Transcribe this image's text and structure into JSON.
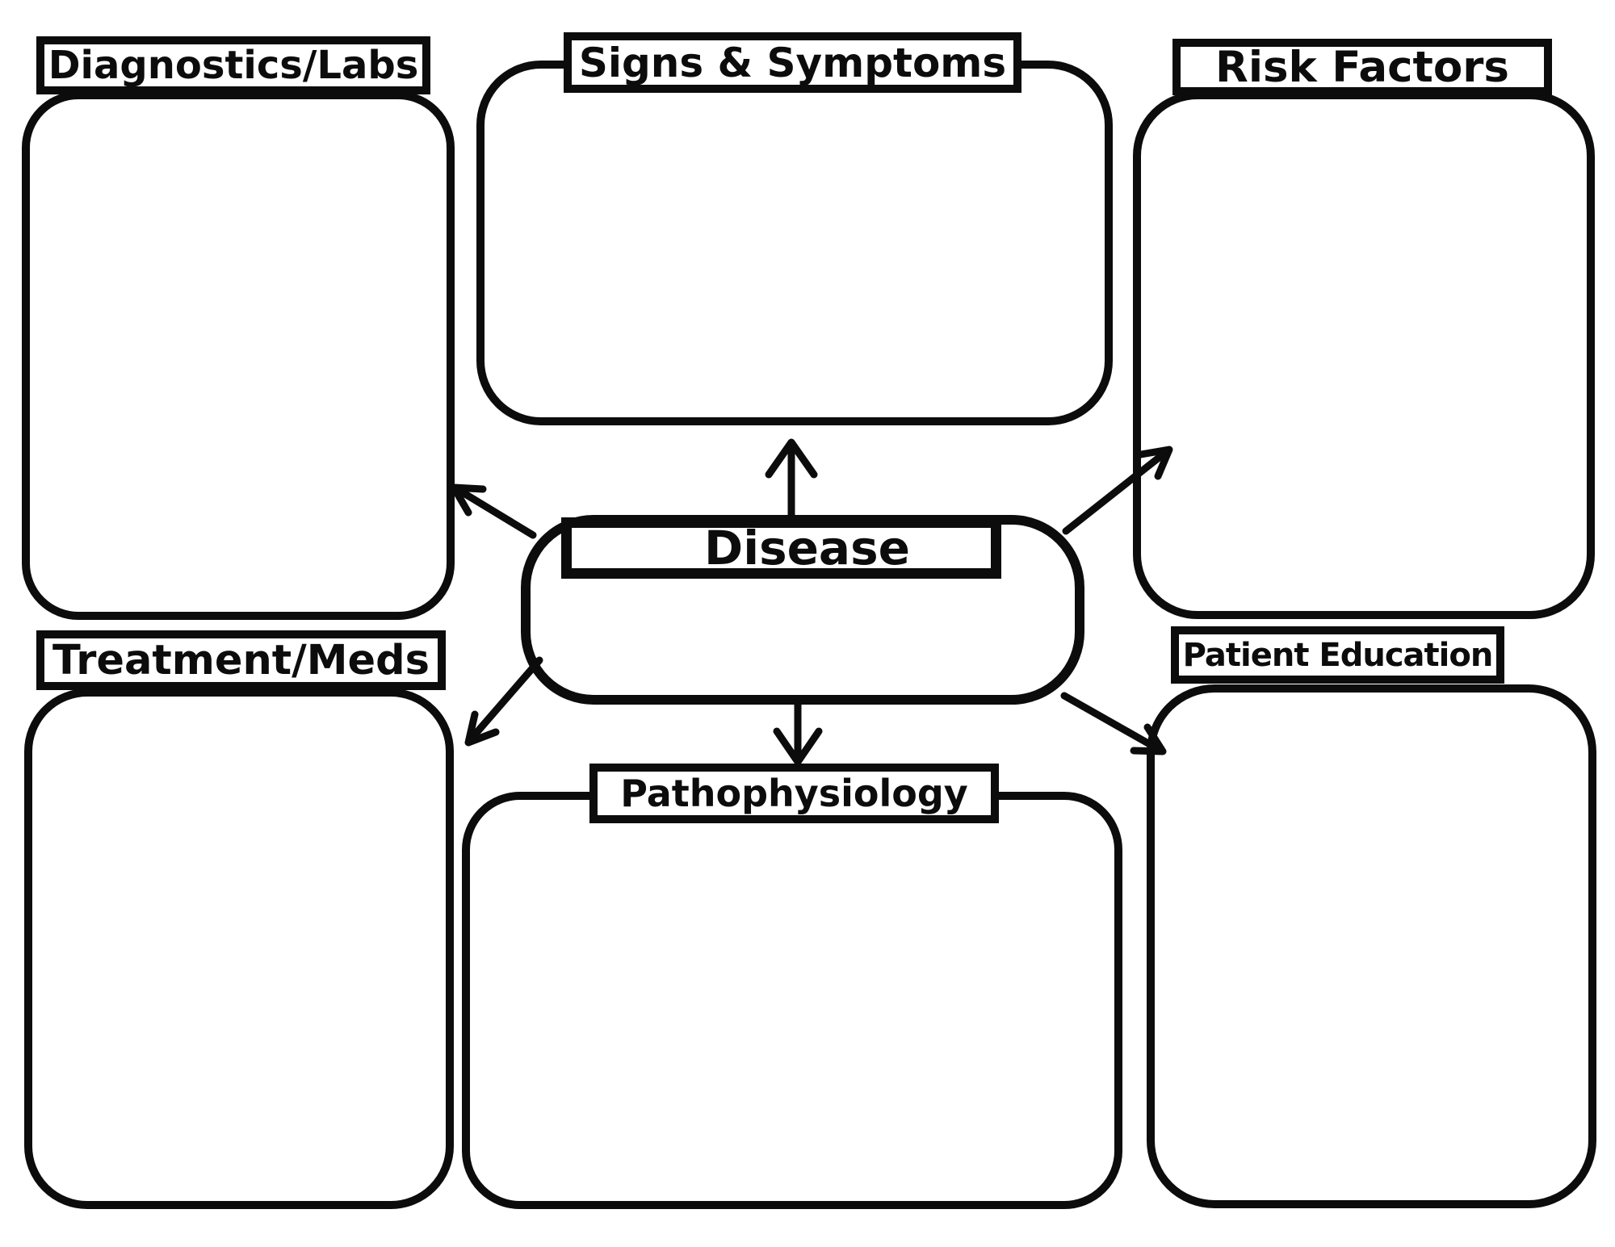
{
  "page": {
    "background": "#ffffff",
    "ink": "#0c0c0c"
  },
  "center": {
    "label": "Disease"
  },
  "sections": {
    "diagnostics": {
      "label": "Diagnostics/Labs"
    },
    "signs": {
      "label": "Signs & Symptoms"
    },
    "risk": {
      "label": "Risk Factors"
    },
    "treatment": {
      "label": "Treatment/Meds"
    },
    "pathophysiology": {
      "label": "Pathophysiology"
    },
    "education": {
      "label": "Patient Education"
    }
  },
  "arrows": [
    {
      "name": "arrow-up-to-signs",
      "direction": "up"
    },
    {
      "name": "arrow-up-left-to-diagnostics",
      "direction": "up-left"
    },
    {
      "name": "arrow-up-right-to-risk-factors",
      "direction": "up-right"
    },
    {
      "name": "arrow-down-left-to-treatment",
      "direction": "down-left"
    },
    {
      "name": "arrow-down-to-pathophysiology",
      "direction": "down"
    },
    {
      "name": "arrow-down-right-to-education",
      "direction": "down-right"
    }
  ]
}
